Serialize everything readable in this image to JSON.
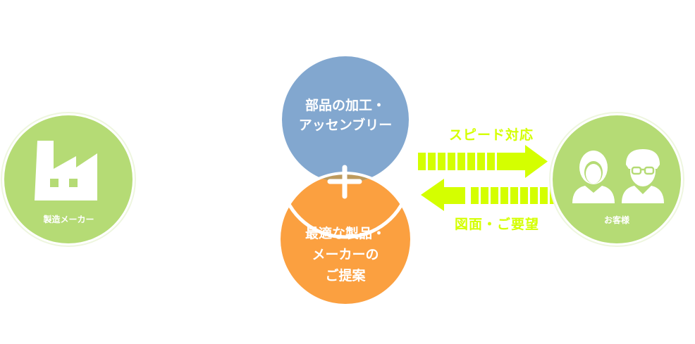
{
  "colors": {
    "green": "#b5db75",
    "blue": "#82a7cf",
    "orange": "#fba040",
    "lens": "#bd9a5d",
    "arrow": "#d4ff00",
    "white": "#ffffff"
  },
  "manufacturer": {
    "icon": "factory-icon",
    "label": "製造メーカー"
  },
  "services": {
    "top": {
      "line1": "部品の加工・",
      "line2": "アッセンブリー"
    },
    "combine_icon": "plus-icon",
    "bottom": {
      "line1": "最適な製品・",
      "line2": "メーカーの",
      "line3": "ご提案"
    }
  },
  "arrows": {
    "to_customer": {
      "icon": "arrow-right-icon",
      "label": "スピード対応"
    },
    "from_customer": {
      "icon": "arrow-left-icon",
      "label": "図面・ご要望"
    }
  },
  "customer": {
    "icon": "customers-icon",
    "label": "お客様"
  }
}
